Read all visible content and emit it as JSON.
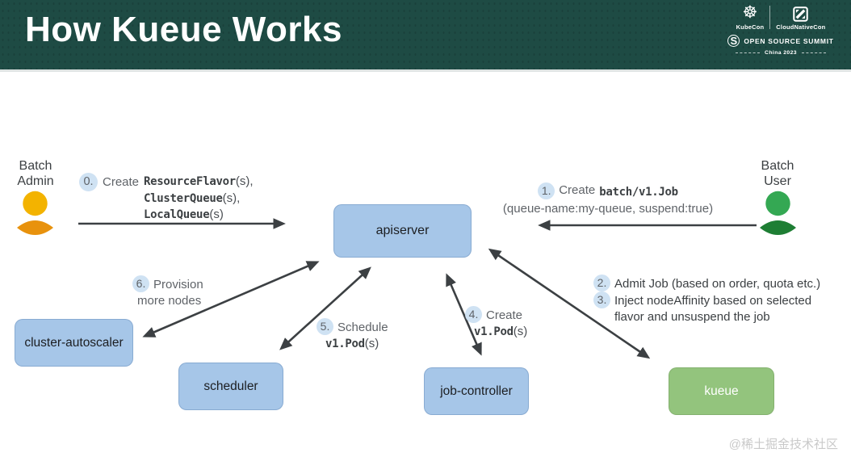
{
  "header": {
    "title": "How Kueue Works",
    "logos": {
      "kubecon_label": "KubeCon",
      "cloudnativecon_label": "CloudNativeCon",
      "summit_label": "OPEN SOURCE SUMMIT",
      "edition_label": "China 2023"
    }
  },
  "actors": {
    "admin": {
      "line1": "Batch",
      "line2": "Admin"
    },
    "user": {
      "line1": "Batch",
      "line2": "User"
    }
  },
  "nodes": {
    "apiserver": {
      "label": "apiserver"
    },
    "cluster_autoscaler": {
      "label": "cluster-autoscaler"
    },
    "scheduler": {
      "label": "scheduler"
    },
    "job_controller": {
      "label": "job-controller"
    },
    "kueue": {
      "label": "kueue"
    }
  },
  "steps": {
    "s0": {
      "num": "0.",
      "verb": "Create",
      "lines": [
        {
          "code": "ResourceFlavor",
          "suffix": "(s),"
        },
        {
          "code": "ClusterQueue",
          "suffix": "(s),"
        },
        {
          "code": "LocalQueue",
          "suffix": "(s)"
        }
      ]
    },
    "s1": {
      "num": "1.",
      "verb": "Create",
      "code": "batch/v1.Job",
      "detail": "(queue-name:my-queue, suspend:true)"
    },
    "s2": {
      "num": "2.",
      "text": "Admit Job (based on order, quota etc.)"
    },
    "s3": {
      "num": "3.",
      "text": "Inject nodeAffinity based on selected",
      "text2": "flavor and unsuspend the job"
    },
    "s4": {
      "num": "4.",
      "verb": "Create",
      "code": "v1.Pod",
      "suffix": "(s)"
    },
    "s5": {
      "num": "5.",
      "verb": "Schedule",
      "code": "v1.Pod",
      "suffix": "(s)"
    },
    "s6": {
      "num": "6.",
      "text": "Provision",
      "text2": "more nodes"
    }
  },
  "colors": {
    "header_bg": "#1e4b44",
    "box_blue": "#a6c6e8",
    "box_green": "#93c47d",
    "badge_blue": "#cfe2f3",
    "arrow": "#3c4043",
    "admin_head": "#f3b300",
    "admin_body": "#e8920d",
    "user_head": "#34a853",
    "user_body": "#1e7e34"
  },
  "watermark": "@稀土掘金技术社区"
}
